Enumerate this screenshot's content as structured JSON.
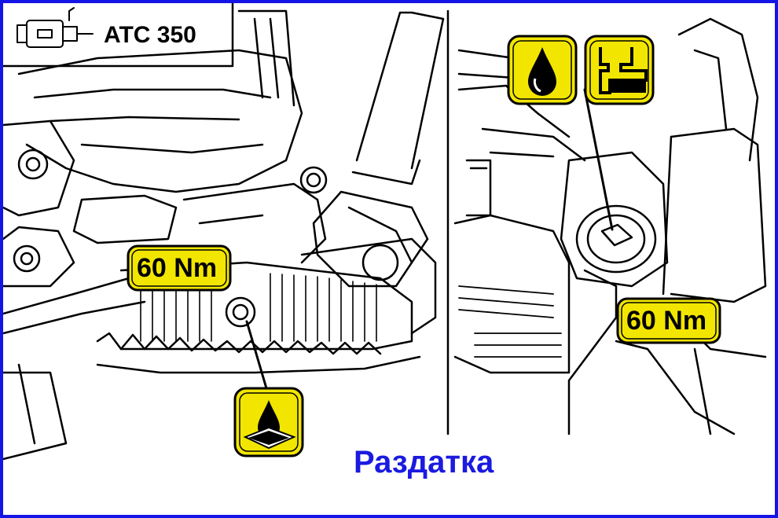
{
  "header": {
    "title": "ATC 350",
    "icon": "transfer-case-icon"
  },
  "left_panel": {
    "torque_label": "60 Nm",
    "plug_icon": "oil-drain-icon"
  },
  "right_panel": {
    "torque_label": "60 Nm",
    "icons": [
      "oil-drop-icon",
      "oil-level-icon"
    ]
  },
  "caption": "Раздатка",
  "colors": {
    "border": "#1414e6",
    "callout_fill": "#f2e600",
    "caption": "#1a1ae0"
  }
}
